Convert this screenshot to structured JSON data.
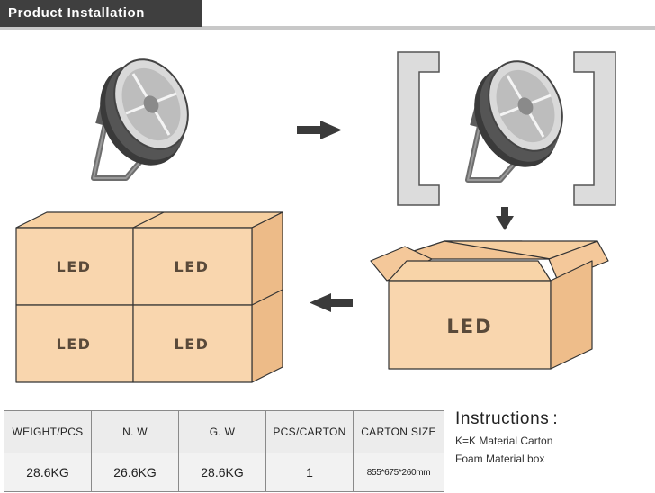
{
  "header": {
    "title": "Product Installation"
  },
  "boxes": {
    "label": "LED"
  },
  "table": {
    "headers": [
      "WEIGHT/PCS",
      "N. W",
      "G. W",
      "PCS/CARTON",
      "CARTON SIZE"
    ],
    "row": [
      "28.6KG",
      "26.6KG",
      "28.6KG",
      "1",
      "855*675*260mm"
    ]
  },
  "instructions": {
    "title": "Instructions",
    "colon": ":",
    "line1": "K=K Material Carton",
    "line2": "Foam Material box"
  }
}
